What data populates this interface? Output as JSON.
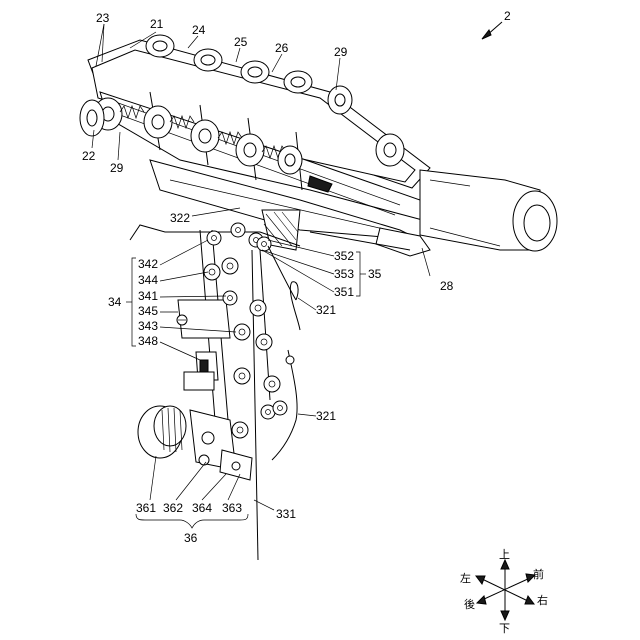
{
  "figure_number": "2",
  "labels": {
    "l23": "23",
    "l21": "21",
    "l24": "24",
    "l25": "25",
    "l26": "26",
    "l29a": "29",
    "l22": "22",
    "l29b": "29",
    "l322": "322",
    "l352": "352",
    "l353": "353",
    "l351": "351",
    "l35": "35",
    "l28": "28",
    "l342": "342",
    "l344": "344",
    "l341": "341",
    "l345": "345",
    "l343": "343",
    "l348": "348",
    "l34": "34",
    "l321a": "321",
    "l321b": "321",
    "l361": "361",
    "l362": "362",
    "l364": "364",
    "l363": "363",
    "l36": "36",
    "l331": "331"
  },
  "directions": {
    "up": "上",
    "front": "前",
    "left": "左",
    "back": "後",
    "right": "右",
    "down": "下"
  }
}
